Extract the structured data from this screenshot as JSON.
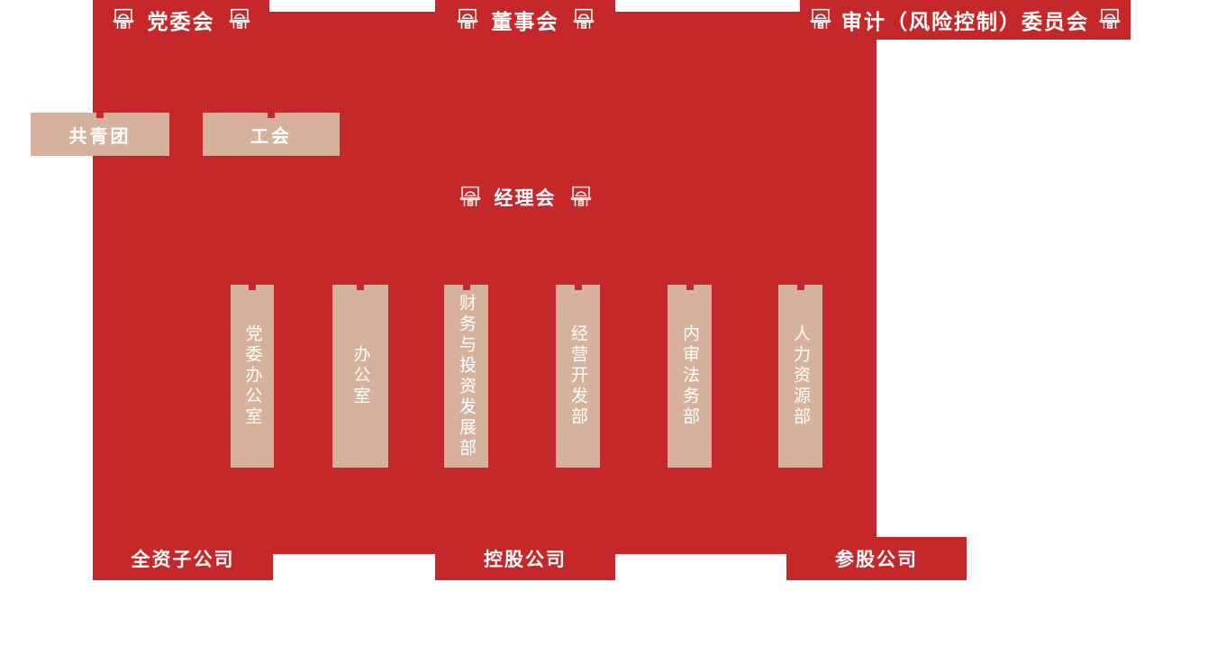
{
  "colors": {
    "background_red": "#c4282a",
    "box_tan": "#d5b19e",
    "text_white": "#ffffff"
  },
  "icons": {
    "pavilion": "pavilion-icon"
  },
  "top_committees": [
    {
      "label": "党委会"
    },
    {
      "label": "董事会"
    },
    {
      "label": "审计（风险控制）委员会"
    }
  ],
  "mass_organizations": [
    {
      "label": "共青团"
    },
    {
      "label": "工会"
    }
  ],
  "management": {
    "label": "经理会"
  },
  "departments": [
    {
      "label": "党委办公室"
    },
    {
      "label": "办公室"
    },
    {
      "label": "财务与投资发展部"
    },
    {
      "label": "经营开发部"
    },
    {
      "label": "内审法务部"
    },
    {
      "label": "人力资源部"
    }
  ],
  "subsidiaries": [
    {
      "label": "全资子公司"
    },
    {
      "label": "控股公司"
    },
    {
      "label": "参股公司"
    }
  ]
}
